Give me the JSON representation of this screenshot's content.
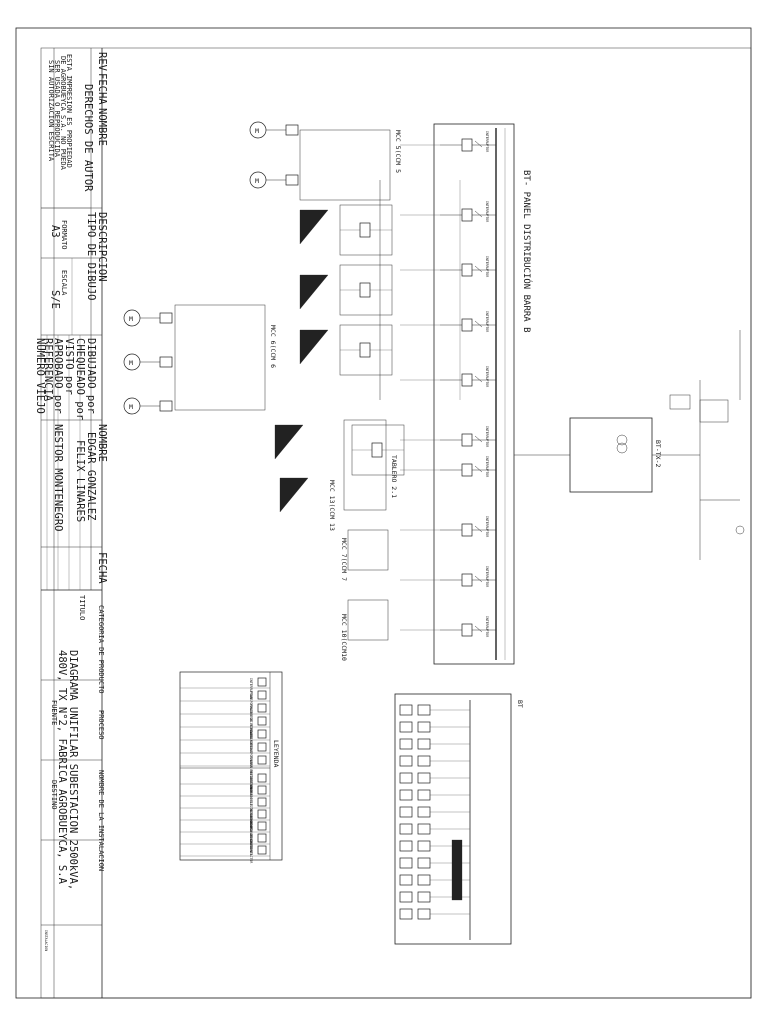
{
  "title_block": {
    "rev": "REV",
    "fecha": "FECHA",
    "nombre": "NOMBRE",
    "descripcion": "DESCRIPCION",
    "derechos_heading": "DERECHOS DE AUTOR",
    "derechos_lines": [
      "ESTA IMPRESION ES PROPIEDAD",
      "DE AGROBUEYCA S.A. NO PUEDA",
      "SER USADA O REPRODUCIDA",
      "SIN AUTORIZACION ESCRITA"
    ],
    "tipo_de_dibujo": "TIPO DE DIBUJO",
    "formato_label": "FORMATO",
    "formato_value": "A3",
    "escala_label": "ESCALA",
    "escala_value": "S/E",
    "roles": [
      "DIBUJADO por",
      "CHEQUEADO por",
      "VISTO por",
      "APROBADO por",
      "REFERENCIA",
      "NUMERO VIEJO"
    ],
    "nombre_col": "NOMBRE",
    "fecha_col": "FECHA",
    "people": [
      "EDGAR GONZALEZ",
      "FELIX LINARES",
      "",
      "NESTOR MONTENEGRO"
    ],
    "categoria": "CATEGORIA DE PRODUCTO",
    "titulo_label": "TITULO",
    "titulo_lines": [
      "DIAGRAMA UNIFILAR SUBESTACION 2500kVA,",
      "480V, TX N°2, FABRICA AGROBUEYCA, S.A"
    ],
    "proceso": "PROCESO",
    "nombre_instalacion": "NOMBRE DE LA INSTALACION",
    "fuente": "FUENTE",
    "destino": "DESTINO"
  },
  "diagram": {
    "main_panel": "BT- PANEL DISTRIBUCIÓN BARRA B",
    "mcc_labels": [
      "MCC 5(CCM 5",
      "MCC 6(CCM 6",
      "MCC 13(CCM 13",
      "MCC 7(CCM 7",
      "MCC 10(CCM10"
    ],
    "tablero": "TABLERO 2.1",
    "transformer": "BT-TX-2",
    "bt_label": "BT",
    "breaker_label": "INTERRUPTOR",
    "motor_symbol": "M"
  },
  "legend": {
    "title": "LEYENDA",
    "items": [
      "INTERRUPTOR",
      "TRANSFORMADOR DE POTENCIA",
      "FUSIBLE",
      "SECCIONADOR FUSIBLE",
      "CABLEADO",
      "TRANSFORMADOR DE CORRIENTE",
      "TIERRA PROTECCION",
      "ELECTROBOMBA",
      "TABLERO DISTRIBUCION BT",
      "RELE DE SOBRECARGA",
      "ACCIONADOR VARIABLE",
      "BARRA DE COBRE",
      "CONTACTORES",
      "CONTACTOR"
    ]
  },
  "stamp": "INSTALACION"
}
